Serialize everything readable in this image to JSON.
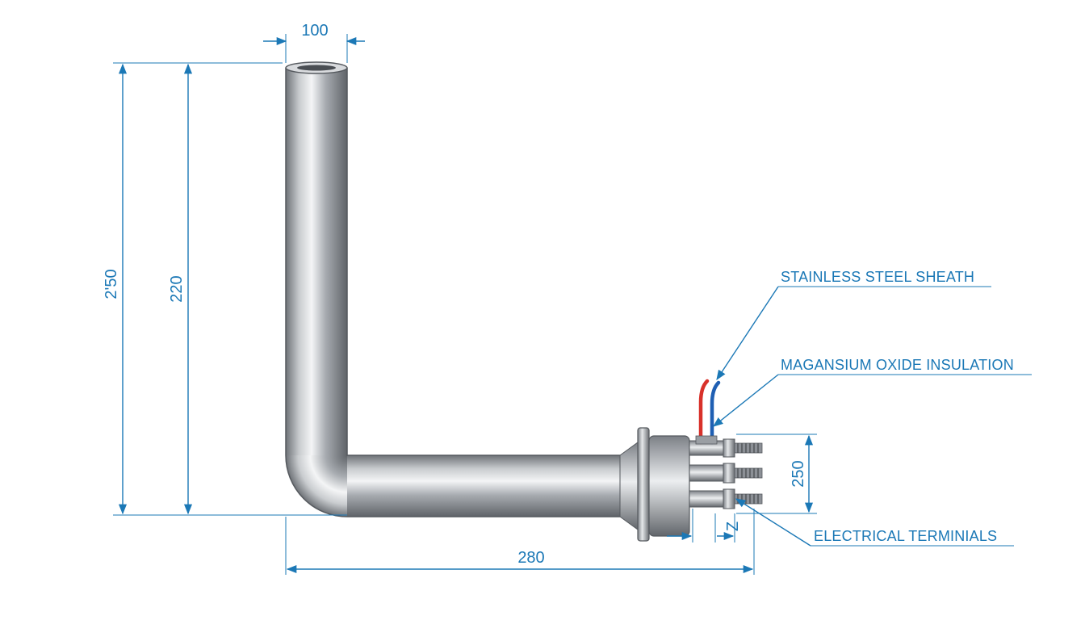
{
  "dimensions": {
    "top_width": "100",
    "outer_height": "2ʹ50",
    "inner_height": "220",
    "overall_length": "280",
    "terminal_height": "250",
    "small_offset": "Z"
  },
  "callouts": {
    "sheath": "STAINLESS STEEL SHEATH",
    "insulation": "MAGANSIUM OXIDE INSULATION",
    "terminals": "ELECTRICAL TERMINIALS"
  },
  "colors": {
    "dimension_line": "#1b78b6",
    "tube_steel": "#b9bcc0",
    "wire_red": "#d8312a",
    "wire_blue": "#1f5fb3"
  }
}
